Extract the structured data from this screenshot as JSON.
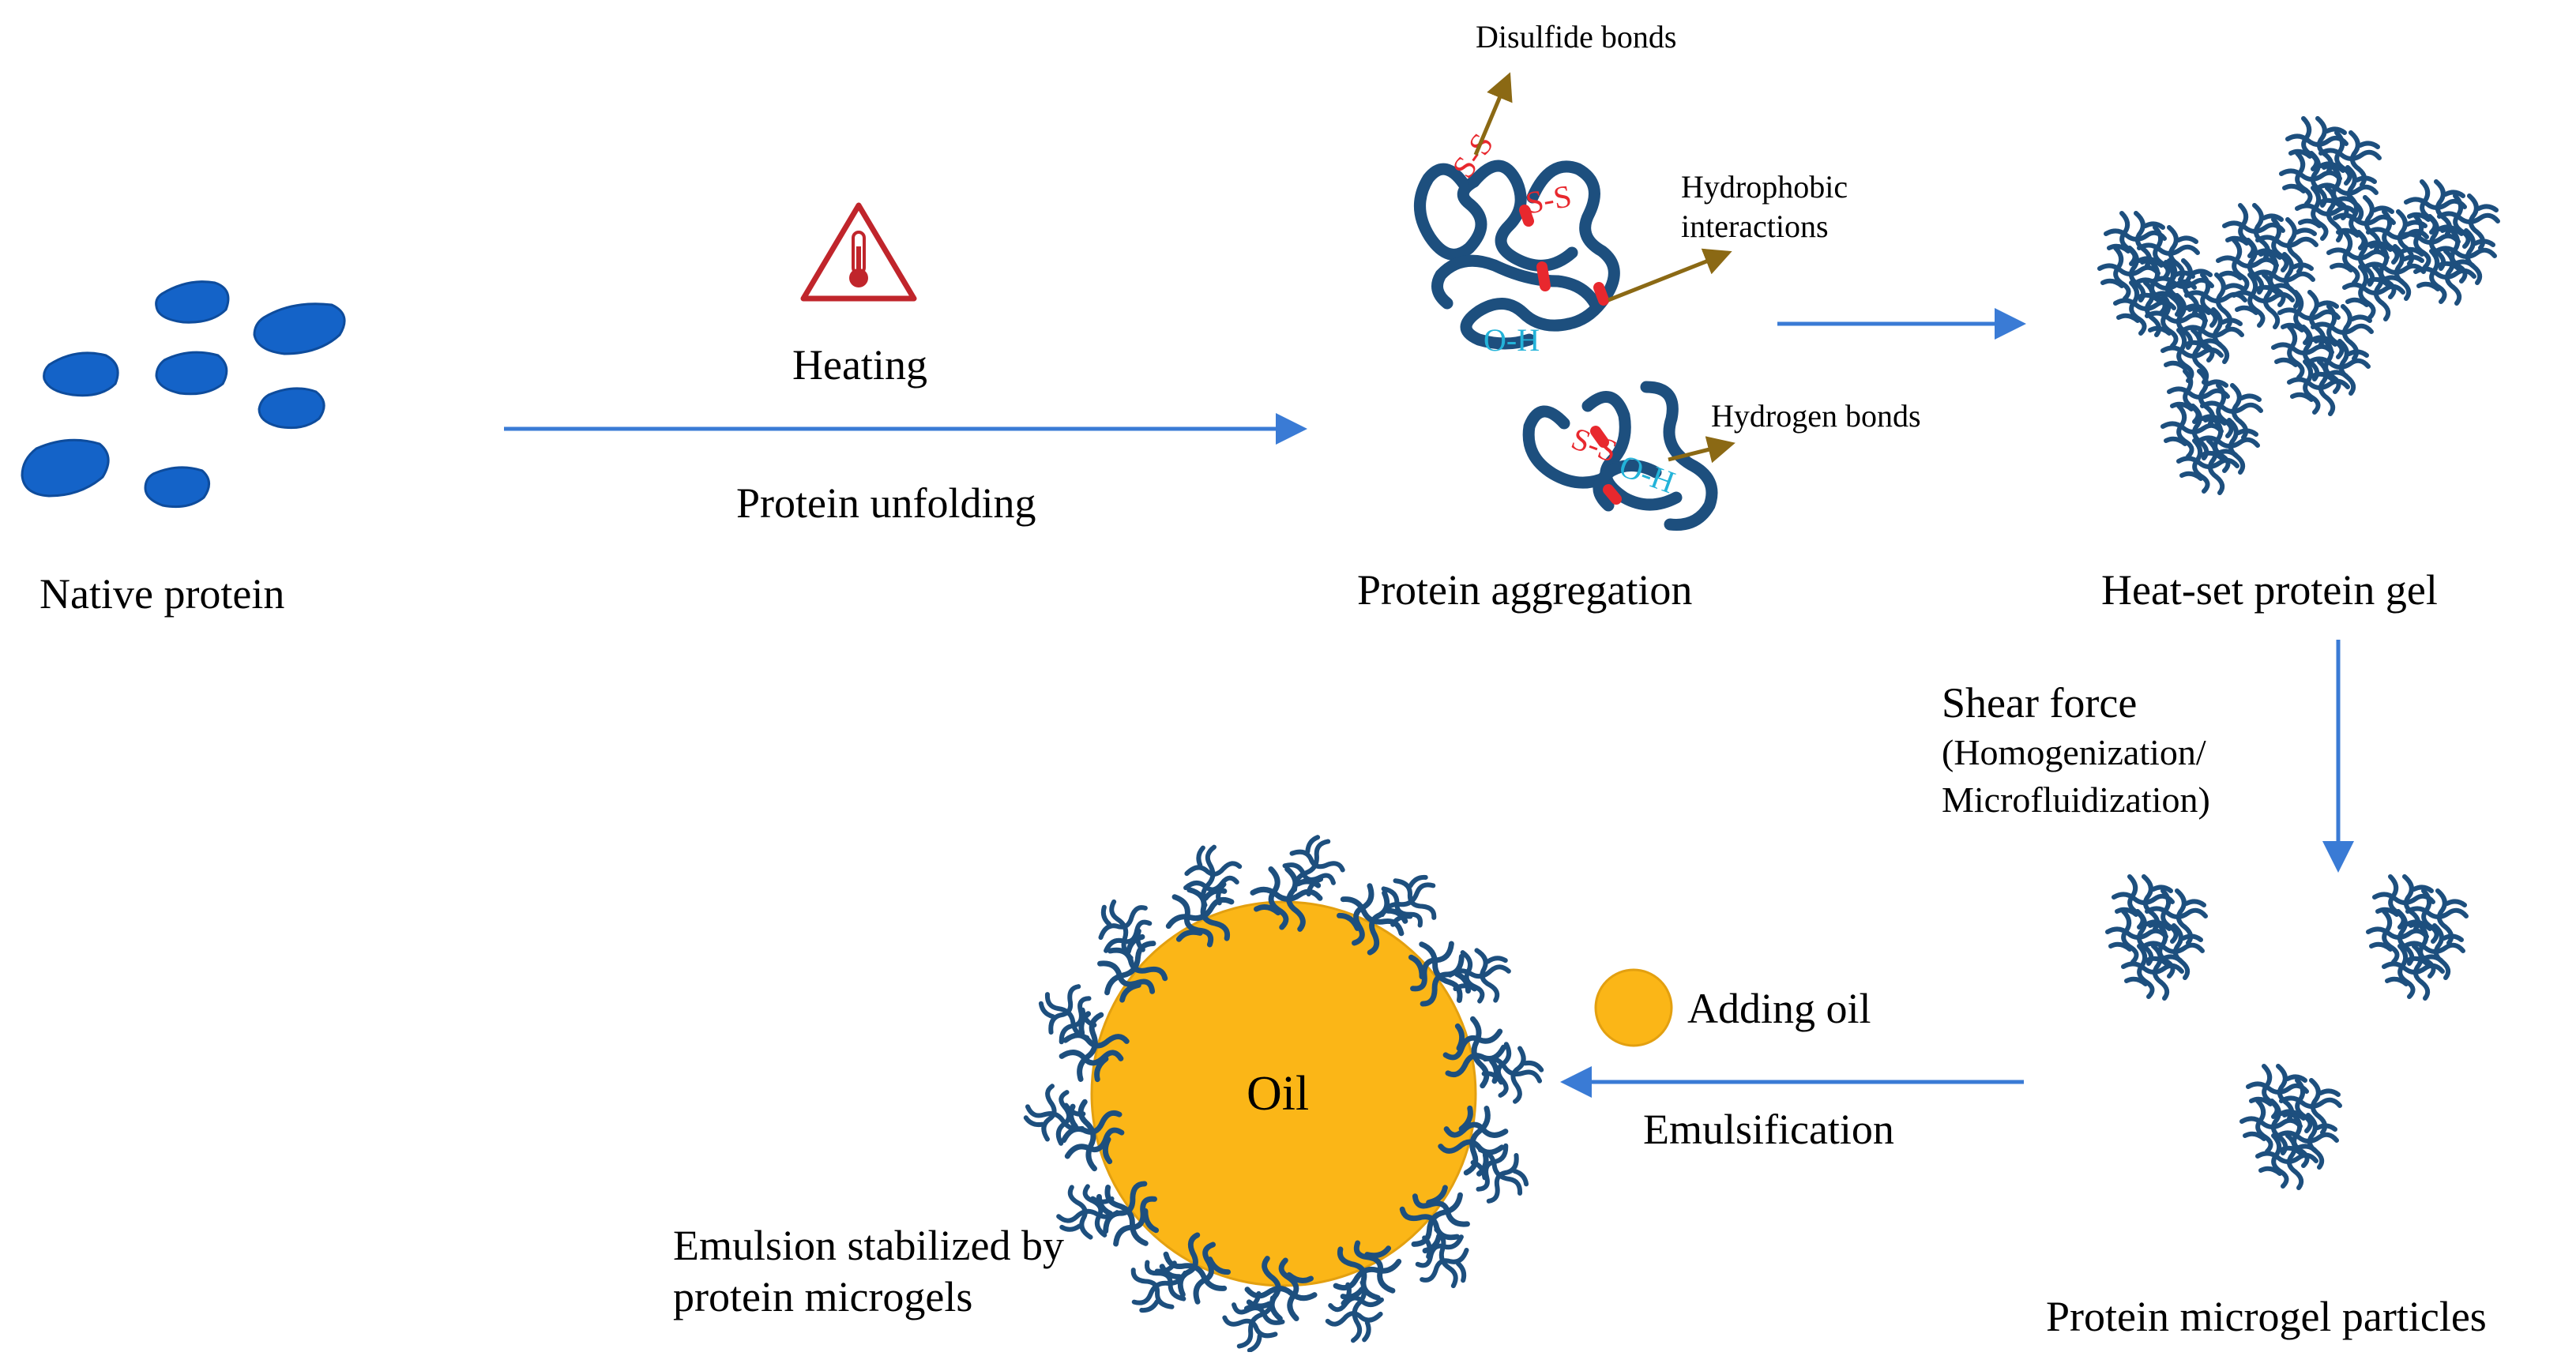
{
  "colors": {
    "arrow": "#3a7bd5",
    "protein_blob": "#1463c8",
    "protein_chain": "#1d4f7e",
    "disulfide": "#e8282e",
    "hydrogen": "#23b3d9",
    "pointer": "#8b6914",
    "oil": "#fbb617",
    "warning_red": "#c0252b"
  },
  "icons": [
    "heat-warning-icon",
    "oil-droplet-icon"
  ],
  "labels": {
    "native_protein": "Native protein",
    "heating": "Heating",
    "protein_unfolding": "Protein unfolding",
    "disulfide_bonds": "Disulfide bonds",
    "hydrophobic_line1": "Hydrophobic",
    "hydrophobic_line2": "interactions",
    "hydrogen_bonds": "Hydrogen bonds",
    "protein_aggregation": "Protein aggregation",
    "heat_set_gel": "Heat-set protein gel",
    "shear_force": "Shear force",
    "homogenization": "(Homogenization/",
    "microfluidization": "Microfluidization)",
    "microgel_particles": "Protein microgel particles",
    "adding_oil": "Adding oil",
    "emulsification": "Emulsification",
    "oil": "Oil",
    "emulsion_line1": "Emulsion stabilized by",
    "emulsion_line2": "protein microgels",
    "ss_bond": "S-S",
    "oh_bond": "O-H"
  }
}
